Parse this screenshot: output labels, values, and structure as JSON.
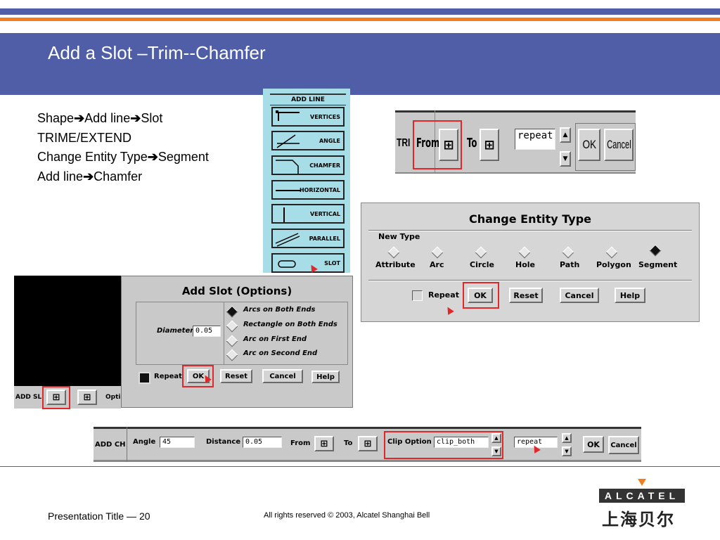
{
  "slide": {
    "title": "Add a Slot –Trim--Chamfer",
    "bullets": [
      {
        "a": "Shape",
        "b": "Add line",
        "c": "Slot"
      },
      {
        "text": "TRIME/EXTEND"
      },
      {
        "a": "Change Entity Type",
        "b": "Segment"
      },
      {
        "a": "Add line",
        "b": "Chamfer"
      }
    ],
    "arrow": "➔"
  },
  "add_line_panel": {
    "header": "ADD LINE",
    "items": [
      "VERTICES",
      "ANGLE",
      "CHAMFER",
      "HORIZONTAL",
      "VERTICAL",
      "PARALLEL",
      "SLOT"
    ]
  },
  "trim_panel": {
    "label": "TRI",
    "from_label": "From",
    "to_label": "To",
    "repeat_value": "repeat",
    "ok_label": "OK",
    "cancel_label": "Cancel"
  },
  "change_entity": {
    "title": "Change Entity Type",
    "group_label": "New Type",
    "options": [
      "Attribute",
      "Arc",
      "Circle",
      "Hole",
      "Path",
      "Polygon",
      "Segment"
    ],
    "selected": "Segment",
    "repeat_label": "Repeat",
    "ok_label": "OK",
    "reset_label": "Reset",
    "cancel_label": "Cancel",
    "help_label": "Help"
  },
  "add_slot": {
    "title": "Add Slot (Options)",
    "diameter_label": "Diameter",
    "diameter_value": "0.05",
    "options": [
      "Arcs on Both Ends",
      "Rectangle on Both Ends",
      "Arc on First End",
      "Arc on Second End"
    ],
    "selected": "Arcs on Both Ends",
    "repeat_label": "Repeat",
    "ok_label": "OK",
    "reset_label": "Reset",
    "cancel_label": "Cancel",
    "help_label": "Help",
    "bottom_label": "ADD SL",
    "bottom_opt": "Opti"
  },
  "chamfer_bar": {
    "label": "ADD CH",
    "angle_label": "Angle",
    "angle_value": "45",
    "distance_label": "Distance",
    "distance_value": "0.05",
    "from_label": "From",
    "to_label": "To",
    "clip_label": "Clip Option",
    "clip_value": "clip_both",
    "repeat_value": "repeat",
    "ok_label": "OK",
    "cancel_label": "Cancel"
  },
  "footer": {
    "left": "Presentation Title — 20",
    "middle": "All rights reserved © 2003, Alcatel Shanghai Bell"
  },
  "logo": {
    "brand": "ALCATEL",
    "chinese": "上海贝尔"
  },
  "colors": {
    "band": "#4f5ea6",
    "orange": "#f07d1e",
    "highlight": "#e0282a",
    "panel": "#a6dde6"
  }
}
